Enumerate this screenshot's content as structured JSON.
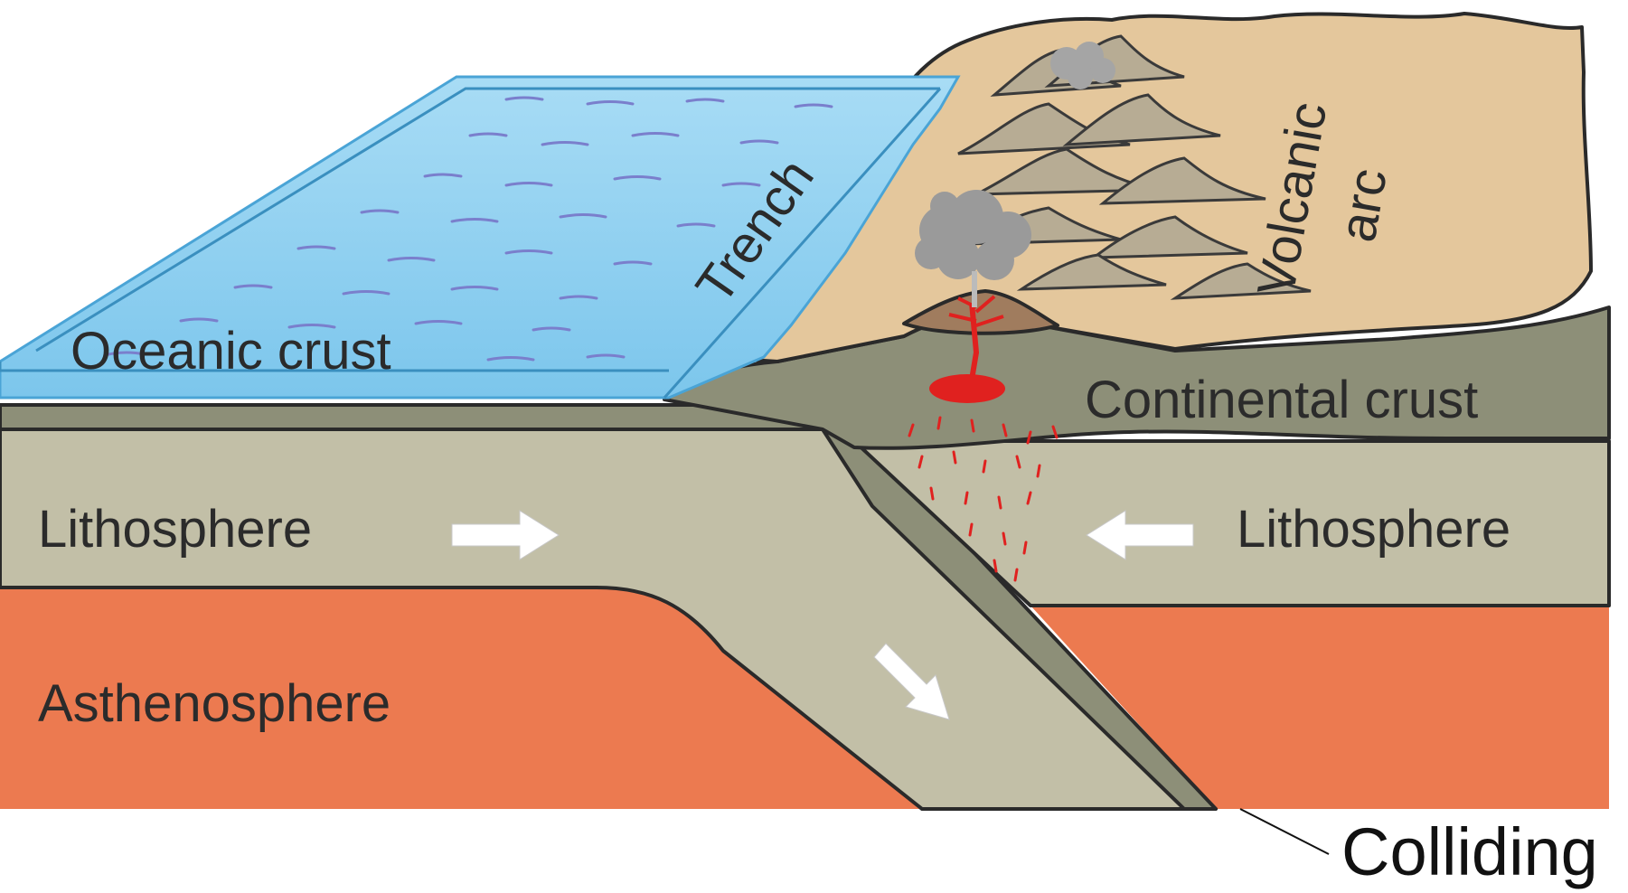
{
  "labels": {
    "oceanic_crust": "Oceanic crust",
    "trench": "Trench",
    "volcanic": "Volcanic",
    "arc": "arc",
    "continental_crust": "Continental crust",
    "lithosphere_left": "Lithosphere",
    "lithosphere_right": "Lithosphere",
    "asthenosphere": "Asthenosphere",
    "callout": "Colliding"
  },
  "colors": {
    "ocean": "#8fd0f0",
    "ocean_wave": "#7a7fcc",
    "land": "#e4c79c",
    "continental_crust": "#8d8f78",
    "lithosphere": "#c2bfa7",
    "asthenosphere": "#ec7a50",
    "magma": "#e0211f",
    "smoke": "#9a9a9a"
  },
  "icons": {
    "plate_arrow": "arrow-icon",
    "volcano_smoke": "smoke-icon"
  }
}
